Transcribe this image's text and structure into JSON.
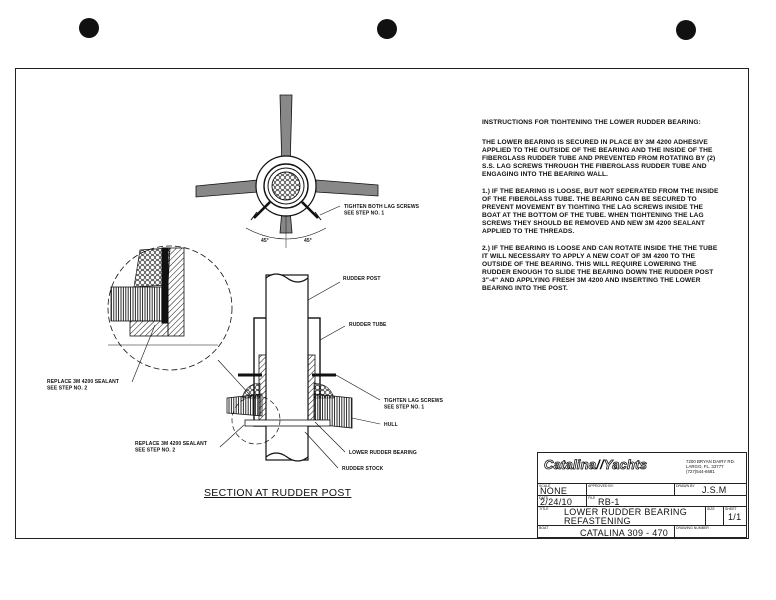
{
  "instructions": {
    "title": "INSTRUCTIONS FOR TIGHTENING THE LOWER RUDDER BEARING:",
    "paragraphs": [
      "THE LOWER BEARING IS SECURED IN PLACE BY 3M 4200 ADHESIVE APPLIED TO THE OUTSIDE OF THE BEARING AND THE INSIDE OF THE FIBERGLASS RUDDER TUBE AND PREVENTED FROM ROTATING BY (2) S.S. LAG SCREWS THROUGH THE FIBERGLASS RUDDER TUBE AND ENGAGING INTO THE BEARING WALL.",
      "1.) IF THE BEARING IS LOOSE, BUT NOT SEPERATED FROM THE INSIDE OF THE FIBERGLASS TUBE. THE BEARING CAN BE SECURED TO PREVENT MOVEMENT BY TIGHTING THE LAG SCREWS INSIDE THE BOAT AT THE BOTTOM OF THE TUBE. WHEN TIGHTENING THE LAG SCREWS THEY SHOULD BE REMOVED AND NEW 3M 4200 SEALANT APPLIED TO THE THREADS.",
      "2.) IF THE BEARING IS LOOSE AND CAN ROTATE INSIDE THE THE TUBE IT WILL NECESSARY TO APPLY A NEW COAT OF 3M 4200 TO THE OUTSIDE OF THE BEARING. THIS WILL REQUIRE LOWERING THE RUDDER ENOUGH TO SLIDE THE BEARING DOWN THE RUDDER POST 3\"-4\" AND APPLYING FRESH 3M 4200 AND INSERTING THE LOWER BEARING INTO THE POST."
    ]
  },
  "labels": {
    "tighten_both_1": "TIGHTEN BOTH LAG SCREWS",
    "tighten_both_2": "SEE STEP NO. 1",
    "angle_left": "45°",
    "angle_right": "45°",
    "rudder_post": "RUDDER POST",
    "rudder_tube": "RUDDER TUBE",
    "tighten_lag_1": "TIGHTEN LAG SCREWS",
    "tighten_lag_2": "SEE STEP NO. 1",
    "hull": "HULL",
    "lower_bearing": "LOWER RUDDER BEARING",
    "rudder_stock": "RUDDER STOCK",
    "replace_a_1": "REPLACE 3M 4200 SEALANT",
    "replace_a_2": "SEE STEP NO. 2",
    "replace_b_1": "REPLACE 3M 4200 SEALANT",
    "replace_b_2": "SEE STEP NO. 2"
  },
  "caption": "SECTION AT RUDDER POST",
  "title_block": {
    "logo_left": "Catalina",
    "logo_right": "Yachts",
    "address": [
      "7200 BRYAN DAIRY RD.",
      "LARGO, FL. 33777",
      "(727)544-6681"
    ],
    "field_scale": "SCALE",
    "field_approved": "APPROVED BY:",
    "field_drawn": "DRAWN BY",
    "field_date": "DATE",
    "field_file": "FILE",
    "field_title": "TITLE",
    "field_size": "SIZE",
    "field_sheet": "SHEET",
    "field_boat": "BOAT",
    "field_drawing_number": "DRAWING NUMBER",
    "scale": "NONE",
    "date": "2/24/10",
    "file": "RB-1",
    "drawn_by": "J.S.M",
    "title_line1": "LOWER RUDDER BEARING",
    "title_line2": "REFASTENING",
    "sheet": "1/1",
    "boat": "CATALINA 309 - 470"
  }
}
